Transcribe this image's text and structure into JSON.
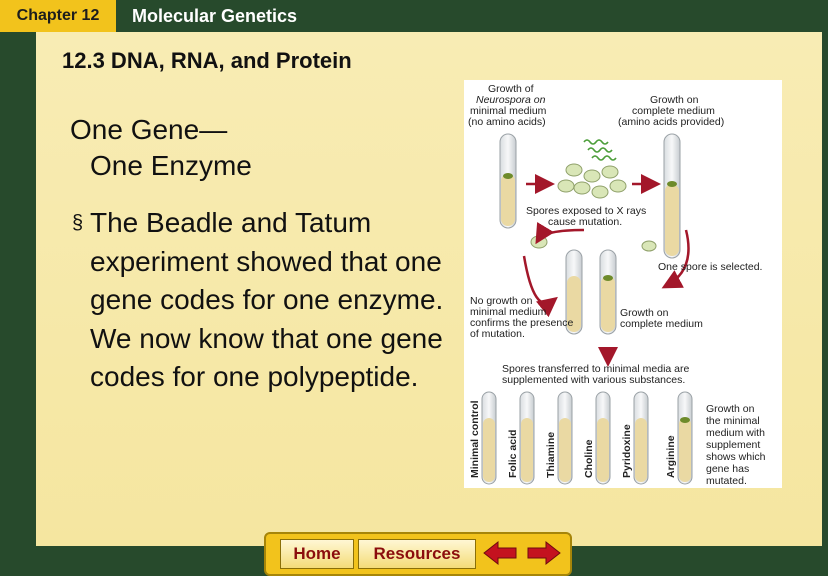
{
  "header": {
    "chapter_label": "Chapter 12",
    "title": "Molecular Genetics"
  },
  "main": {
    "section_title": "12.3 DNA, RNA, and Protein",
    "heading_line1": "One Gene—",
    "heading_line2": "One Enzyme",
    "bullet_mark": "§",
    "bullet_text": "The Beadle and Tatum experiment showed that one gene codes for one enzyme. We now know that one gene codes for one polypeptide."
  },
  "figure": {
    "label_growth_minimal": [
      "Growth of",
      "Neurospora on",
      "minimal medium",
      "(no amino acids)"
    ],
    "label_growth_complete": [
      "Growth on",
      "complete medium",
      "(amino acids provided)"
    ],
    "label_xrays": [
      "Spores exposed to X rays",
      "cause mutation."
    ],
    "label_one_spore": "One spore is selected.",
    "label_no_growth": [
      "No growth on",
      "minimal medium",
      "confirms the presence",
      "of mutation."
    ],
    "label_growth_on_complete": [
      "Growth on",
      "complete medium"
    ],
    "label_transferred": [
      "Spores transferred to minimal media are",
      "supplemented with various substances."
    ],
    "tube_labels": [
      "Minimal control",
      "Folic acid",
      "Thiamine",
      "Choline",
      "Pyridoxine",
      "Arginine"
    ],
    "label_growth_supplement": [
      "Growth on",
      "the minimal",
      "medium with",
      "supplement",
      "shows which",
      "gene has",
      "mutated."
    ]
  },
  "nav": {
    "home_label": "Home",
    "resources_label": "Resources"
  },
  "colors": {
    "frame": "#274a2c",
    "tab": "#f2c31c",
    "panel": "#f5e6a0",
    "arrow": "#a3172a"
  }
}
